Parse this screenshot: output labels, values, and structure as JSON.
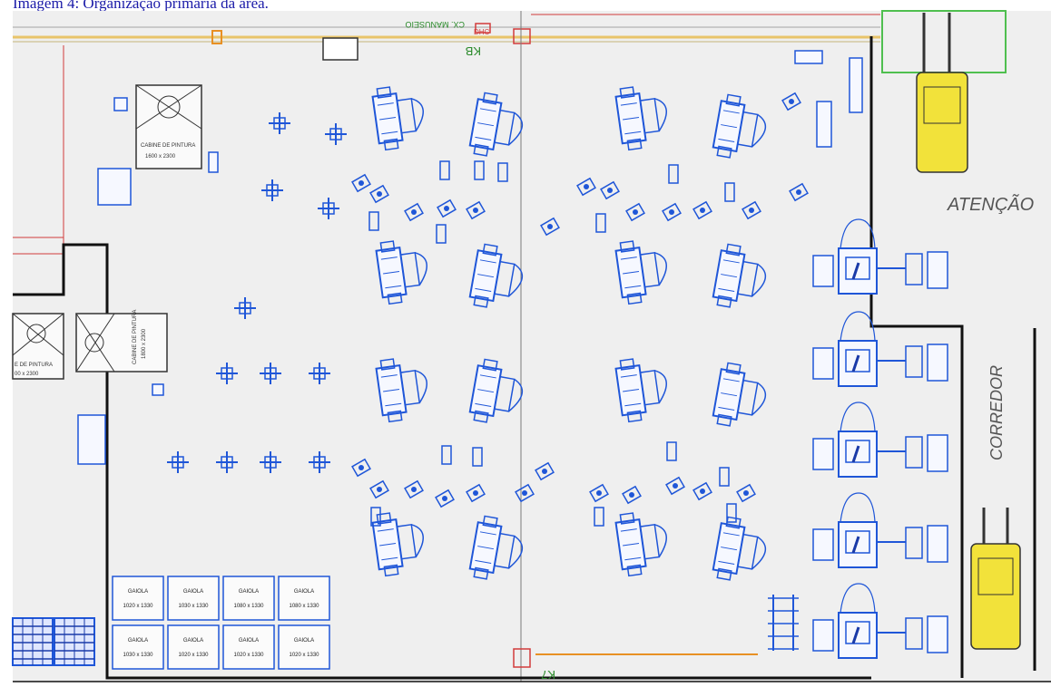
{
  "caption": "Imagem 4: Organização primária da área.",
  "labels": {
    "attention": "ATENÇÃO",
    "corridor": "CORREDOR",
    "kb_top": "KB",
    "kb_bottom": "K7",
    "cx_manuseio": "CX. MANUSEIO",
    "dhc": "DHC",
    "booth_top_name": "CABINE DE PINTURA",
    "booth_top_size": "1600 x 2300",
    "booth_left_name": "CABINE DE PINTURA",
    "booth_left_size": "1800 x 2300",
    "booth_partial_name": "E DE PINTURA",
    "booth_partial_size": "00 x 2300"
  },
  "cages": [
    {
      "name": "GAIOLA",
      "size": "1020 x 1330"
    },
    {
      "name": "GAIOLA",
      "size": "1030 x 1330"
    },
    {
      "name": "GAIOLA",
      "size": "1080 x 1330"
    },
    {
      "name": "GAIOLA",
      "size": "1080 x 1330"
    },
    {
      "name": "GAIOLA",
      "size": "1030 x 1330"
    },
    {
      "name": "GAIOLA",
      "size": "1020 x 1330"
    },
    {
      "name": "GAIOLA",
      "size": "1020 x 1330"
    },
    {
      "name": "GAIOLA",
      "size": "1020 x 1330"
    }
  ],
  "colors": {
    "wall": "#111111",
    "equipment": "#1f56d8",
    "grid": "#9a9a9a",
    "redline": "#d23b3b",
    "forklift": "#f2e23a",
    "orangeline": "#e89024"
  }
}
